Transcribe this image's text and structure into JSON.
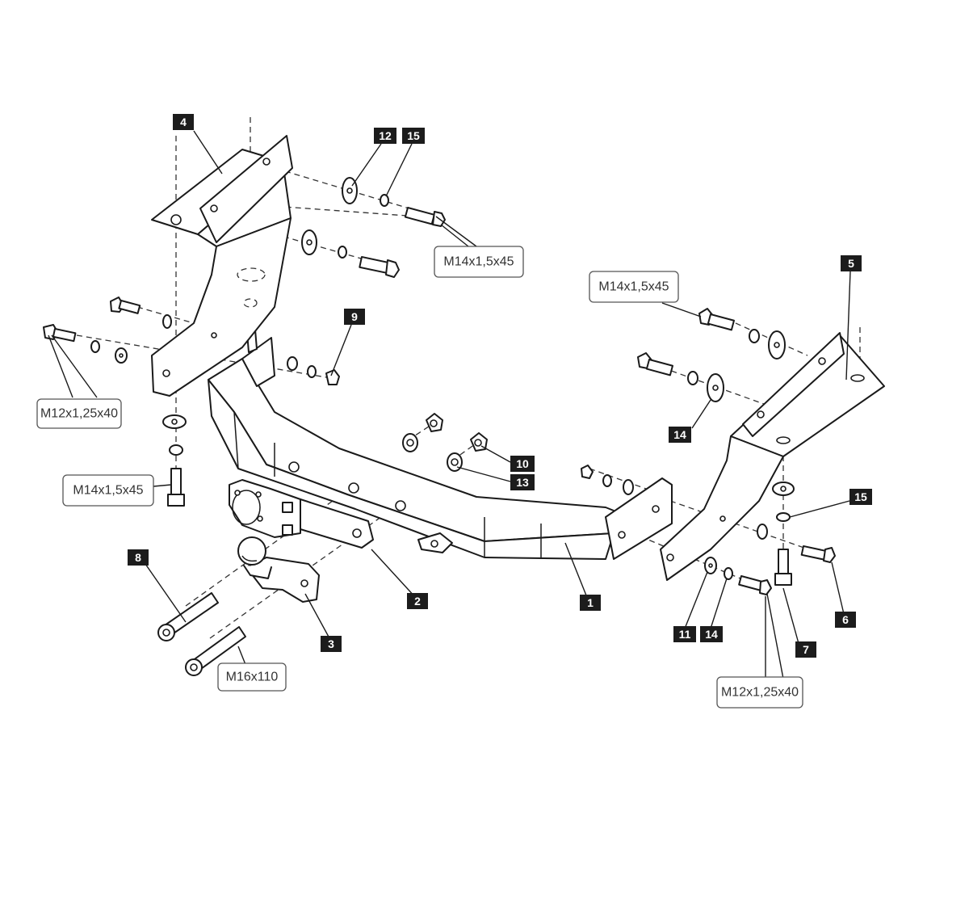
{
  "part_labels": [
    "1",
    "2",
    "3",
    "4",
    "5",
    "6",
    "7",
    "8",
    "9",
    "10",
    "11",
    "12",
    "13",
    "14",
    "15"
  ],
  "bracket_labels": {
    "b12": "12",
    "b15": "15",
    "b14a": "14",
    "b11": "11",
    "b14b": "14",
    "b15b": "15"
  },
  "spec_labels": {
    "m14_top_left": "M14x1,5x45",
    "m14_top_right": "M14x1,5x45",
    "m12_left": "M12x1,25x40",
    "m14_lower_left": "M14x1,5x45",
    "m16": "M16x110",
    "m12_right": "M12x1,25x40"
  },
  "colors": {
    "ink": "#1a1a1a",
    "label_fill": "#1c1c1c",
    "label_text": "#ffffff",
    "spec_border": "#555555"
  }
}
